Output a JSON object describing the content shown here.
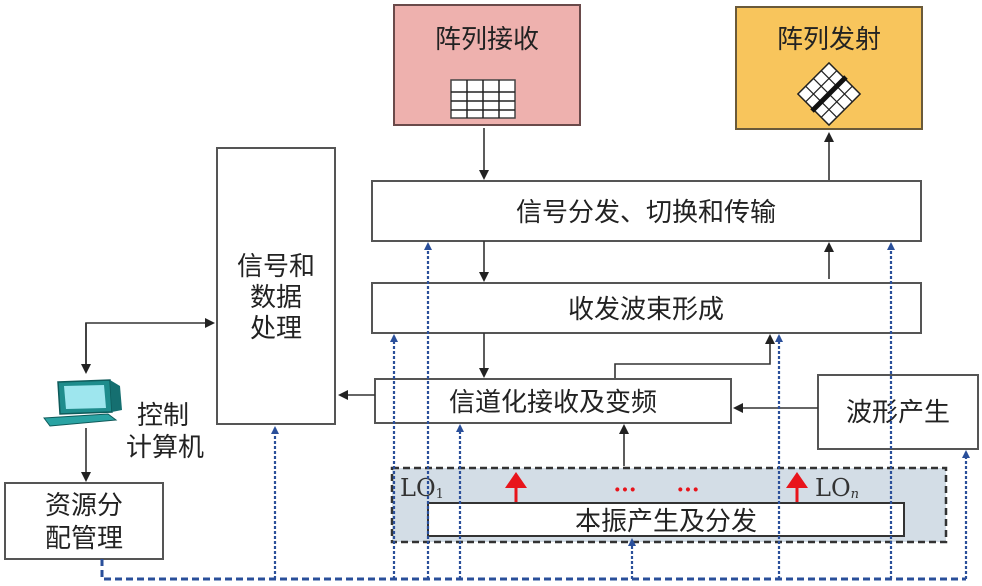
{
  "diagram": {
    "nodes": {
      "array_receive": "阵列接收",
      "array_transmit": "阵列发射",
      "signal_distribution": "信号分发、切换和传输",
      "beamforming": "收发波束形成",
      "channelized_receive": "信道化接收及变频",
      "waveform_generation": "波形产生",
      "signal_processing_line1": "信号和",
      "signal_processing_line2": "数据",
      "signal_processing_line3": "处理",
      "control_computer_line1": "控制",
      "control_computer_line2": "计算机",
      "resource_mgmt_line1": "资源分",
      "resource_mgmt_line2": "配管理",
      "lo_distribution": "本振产生及分发",
      "lo_first": "LO",
      "lo_first_sub": "1",
      "lo_last": "LO",
      "lo_last_sub": "n",
      "ellipsis_1": "···",
      "ellipsis_2": "···"
    },
    "colors": {
      "array_receive_fill": "#eeb1ae",
      "array_transmit_fill": "#f8c55c",
      "lo_group_fill": "#d3dde6",
      "control_line": "#2a4f9a",
      "lo_arrow": "#e8141b",
      "signal_line": "#333333"
    }
  }
}
